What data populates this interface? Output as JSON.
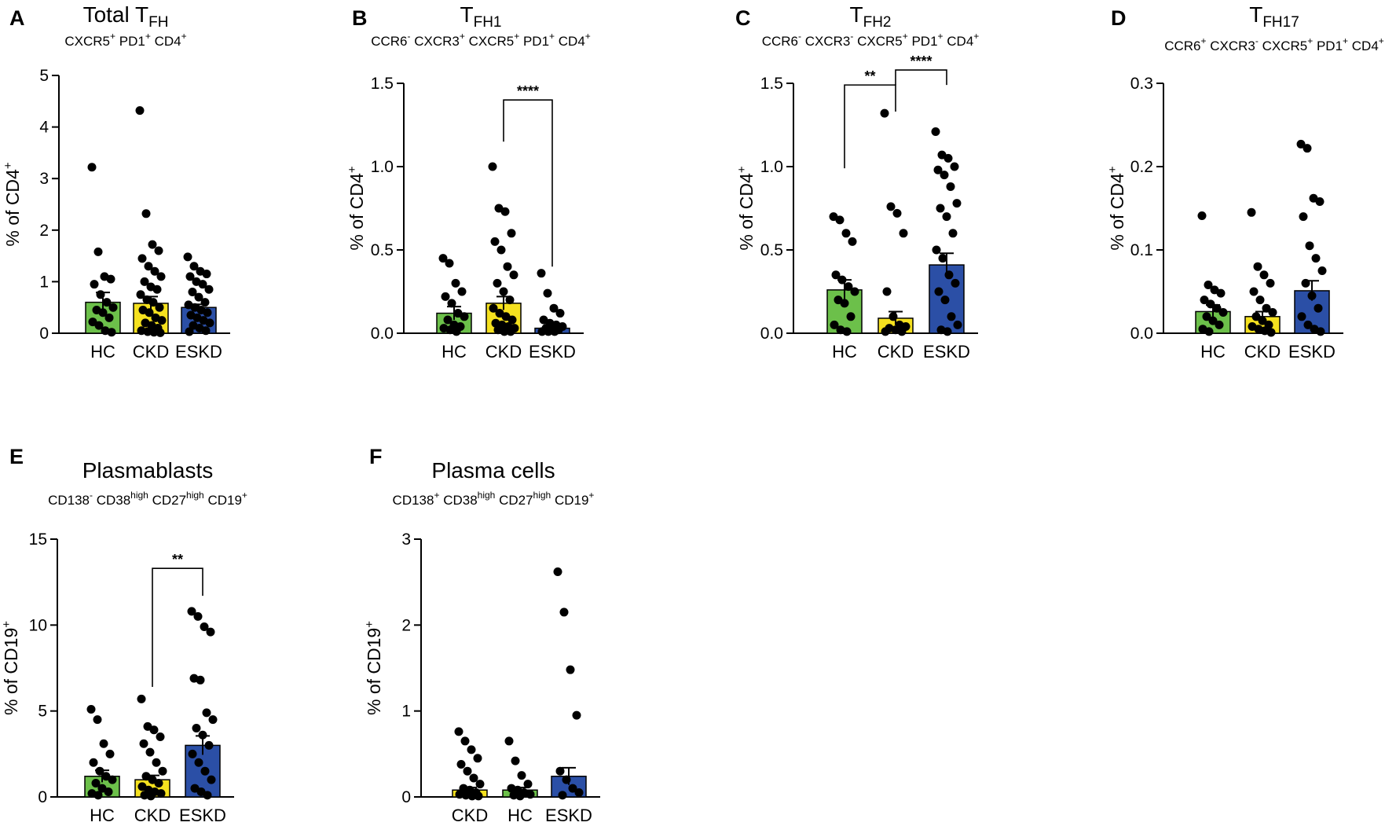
{
  "colors": {
    "HC": "#6cc04a",
    "CKD": "#f5e11f",
    "ESKD": "#2b4fa6",
    "dot": "#000000"
  },
  "chart_data": [
    {
      "type": "bar",
      "panel": "A",
      "title": "Total T",
      "title_sub": "FH",
      "subtitle": [
        [
          "CXCR5",
          "+"
        ],
        [
          "PD1",
          "+"
        ],
        [
          "CD4",
          "+"
        ]
      ],
      "ylabel": "% of CD4",
      "ylabel_sup": "+",
      "ylim": [
        0,
        5
      ],
      "yticks": [
        0,
        1,
        2,
        3,
        4,
        5
      ],
      "yticklabels": [
        "0",
        "1",
        "2",
        "3",
        "4",
        "5"
      ],
      "categories": [
        "HC",
        "CKD",
        "ESKD"
      ],
      "values": [
        0.6,
        0.58,
        0.5
      ],
      "sem": [
        0.19,
        0.13,
        0.06
      ],
      "points": [
        [
          3.22,
          1.58,
          1.1,
          1.05,
          0.95,
          0.75,
          0.6,
          0.5,
          0.45,
          0.4,
          0.3,
          0.22,
          0.15,
          0.05,
          0.02
        ],
        [
          4.32,
          2.32,
          1.72,
          1.6,
          1.45,
          1.3,
          1.2,
          1.1,
          1.0,
          0.9,
          0.85,
          0.75,
          0.65,
          0.6,
          0.5,
          0.45,
          0.4,
          0.3,
          0.25,
          0.2,
          0.15,
          0.1,
          0.05,
          0.03,
          0.02,
          0.01
        ],
        [
          1.48,
          1.3,
          1.2,
          1.15,
          1.1,
          1.0,
          0.95,
          0.85,
          0.8,
          0.7,
          0.6,
          0.55,
          0.5,
          0.45,
          0.4,
          0.35,
          0.3,
          0.25,
          0.2,
          0.15,
          0.1,
          0.05,
          0.03
        ]
      ],
      "significance": []
    },
    {
      "type": "bar",
      "panel": "B",
      "title": "T",
      "title_sub": "FH1",
      "subtitle": [
        [
          "CCR6",
          "-"
        ],
        [
          "CXCR3",
          "+"
        ],
        [
          "CXCR5",
          "+"
        ],
        [
          "PD1",
          "+"
        ],
        [
          "CD4",
          "+"
        ]
      ],
      "ylabel": "% of CD4",
      "ylabel_sup": "+",
      "ylim": [
        0,
        1.5
      ],
      "yticks": [
        0,
        0.5,
        1.0,
        1.5
      ],
      "yticklabels": [
        "0.0",
        "0.5",
        "1.0",
        "1.5"
      ],
      "categories": [
        "HC",
        "CKD",
        "ESKD"
      ],
      "values": [
        0.12,
        0.18,
        0.03
      ],
      "sem": [
        0.04,
        0.04,
        0.01
      ],
      "points": [
        [
          0.45,
          0.42,
          0.3,
          0.25,
          0.22,
          0.18,
          0.12,
          0.1,
          0.08,
          0.05,
          0.04,
          0.03,
          0.02,
          0.01
        ],
        [
          1.0,
          0.75,
          0.73,
          0.6,
          0.55,
          0.5,
          0.4,
          0.35,
          0.3,
          0.25,
          0.2,
          0.15,
          0.12,
          0.1,
          0.08,
          0.06,
          0.05,
          0.04,
          0.03,
          0.02,
          0.01,
          0.01
        ],
        [
          0.36,
          0.24,
          0.15,
          0.12,
          0.08,
          0.06,
          0.05,
          0.04,
          0.03,
          0.02,
          0.02,
          0.01,
          0.01,
          0.01
        ]
      ],
      "significance": [
        {
          "from": 1,
          "to": 2,
          "label": "****",
          "ytop": 1.4,
          "left_end": 1.15,
          "right_end": 0.4
        }
      ]
    },
    {
      "type": "bar",
      "panel": "C",
      "title": "T",
      "title_sub": "FH2",
      "subtitle": [
        [
          "CCR6",
          "-"
        ],
        [
          "CXCR3",
          "-"
        ],
        [
          "CXCR5",
          "+"
        ],
        [
          "PD1",
          "+"
        ],
        [
          "CD4",
          "+"
        ]
      ],
      "ylabel": "% of CD4",
      "ylabel_sup": "+",
      "ylim": [
        0,
        1.5
      ],
      "yticks": [
        0,
        0.5,
        1.0,
        1.5
      ],
      "yticklabels": [
        "0.0",
        "0.5",
        "1.0",
        "1.5"
      ],
      "categories": [
        "HC",
        "CKD",
        "ESKD"
      ],
      "values": [
        0.26,
        0.09,
        0.41
      ],
      "sem": [
        0.06,
        0.04,
        0.07
      ],
      "points": [
        [
          0.7,
          0.68,
          0.6,
          0.55,
          0.35,
          0.32,
          0.28,
          0.25,
          0.2,
          0.18,
          0.1,
          0.05,
          0.02,
          0.01
        ],
        [
          1.32,
          0.76,
          0.72,
          0.6,
          0.25,
          0.1,
          0.05,
          0.04,
          0.03,
          0.02,
          0.01,
          0.01
        ],
        [
          1.21,
          1.07,
          1.05,
          1.0,
          0.98,
          0.95,
          0.88,
          0.78,
          0.75,
          0.7,
          0.6,
          0.5,
          0.45,
          0.35,
          0.3,
          0.25,
          0.2,
          0.1,
          0.05,
          0.02,
          0.01
        ]
      ],
      "significance": [
        {
          "from": 0,
          "to": 1,
          "label": "**",
          "ytop": 1.49,
          "left_end": 0.99,
          "right_end": 1.33
        },
        {
          "from": 1,
          "to": 2,
          "label": "****",
          "ytop": 1.58,
          "left_end": 1.49,
          "right_end": 1.49
        }
      ]
    },
    {
      "type": "bar",
      "panel": "D",
      "title": "T",
      "title_sub": "FH17",
      "subtitle": [
        [
          "CCR6",
          "+"
        ],
        [
          "CXCR3",
          "-"
        ],
        [
          "CXCR5",
          "+"
        ],
        [
          "PD1",
          "+"
        ],
        [
          "CD4",
          "+"
        ]
      ],
      "ylabel": "% of CD4",
      "ylabel_sup": "+",
      "ylim": [
        0,
        0.3
      ],
      "yticks": [
        0,
        0.1,
        0.2,
        0.3
      ],
      "yticklabels": [
        "0.0",
        "0.1",
        "0.2",
        "0.3"
      ],
      "categories": [
        "HC",
        "CKD",
        "ESKD"
      ],
      "values": [
        0.026,
        0.02,
        0.051
      ],
      "sem": [
        0.008,
        0.006,
        0.012
      ],
      "points": [
        [
          0.141,
          0.058,
          0.052,
          0.048,
          0.04,
          0.035,
          0.03,
          0.025,
          0.02,
          0.015,
          0.01,
          0.005,
          0.002
        ],
        [
          0.145,
          0.08,
          0.07,
          0.06,
          0.05,
          0.04,
          0.03,
          0.025,
          0.02,
          0.015,
          0.01,
          0.008,
          0.005,
          0.003,
          0.001
        ],
        [
          0.227,
          0.222,
          0.162,
          0.158,
          0.14,
          0.105,
          0.09,
          0.075,
          0.06,
          0.045,
          0.03,
          0.02,
          0.01,
          0.005,
          0.002
        ]
      ],
      "significance": []
    },
    {
      "type": "bar",
      "panel": "E",
      "title": "Plasmablasts",
      "title_sub": "",
      "subtitle": [
        [
          "CD138",
          "-"
        ],
        [
          "CD38",
          "high"
        ],
        [
          "CD27",
          "high"
        ],
        [
          "CD19",
          "+"
        ]
      ],
      "ylabel": "% of CD19",
      "ylabel_sup": "+",
      "ylim": [
        0,
        15
      ],
      "yticks": [
        0,
        5,
        10,
        15
      ],
      "yticklabels": [
        "0",
        "5",
        "10",
        "15"
      ],
      "categories": [
        "HC",
        "CKD",
        "ESKD"
      ],
      "values": [
        1.2,
        1.0,
        3.0
      ],
      "sem": [
        0.35,
        0.25,
        0.55
      ],
      "points": [
        [
          5.1,
          4.5,
          3.1,
          2.5,
          2.0,
          1.5,
          1.2,
          1.0,
          0.8,
          0.5,
          0.3,
          0.2,
          0.1
        ],
        [
          5.7,
          4.1,
          3.9,
          3.5,
          3.1,
          2.6,
          2.0,
          1.5,
          1.2,
          1.0,
          0.8,
          0.6,
          0.4,
          0.3,
          0.2,
          0.1,
          0.05
        ],
        [
          10.8,
          10.5,
          9.9,
          9.6,
          6.9,
          6.8,
          4.9,
          4.5,
          4.0,
          3.6,
          3.0,
          2.5,
          2.0,
          1.5,
          1.0,
          0.5,
          0.3,
          0.1
        ]
      ],
      "significance": [
        {
          "from": 1,
          "to": 2,
          "label": "**",
          "ytop": 13.3,
          "left_end": 6.4,
          "right_end": 11.7
        }
      ]
    },
    {
      "type": "bar",
      "panel": "F",
      "title": "Plasma cells",
      "title_sub": "",
      "subtitle": [
        [
          "CD138",
          "+"
        ],
        [
          "CD38",
          "high"
        ],
        [
          "CD27",
          "high"
        ],
        [
          "CD19",
          "+"
        ]
      ],
      "ylabel": "% of CD19",
      "ylabel_sup": "+",
      "ylim": [
        0,
        3
      ],
      "yticks": [
        0,
        1,
        2,
        3
      ],
      "yticklabels": [
        "0",
        "1",
        "2",
        "3"
      ],
      "categories": [
        "CKD",
        "HC",
        "ESKD"
      ],
      "values": [
        0.08,
        0.08,
        0.24
      ],
      "sem": [
        0.03,
        0.03,
        0.1
      ],
      "points": [
        [
          0.76,
          0.65,
          0.55,
          0.45,
          0.38,
          0.3,
          0.22,
          0.15,
          0.1,
          0.08,
          0.05,
          0.03,
          0.02,
          0.01,
          0.01
        ],
        [
          0.65,
          0.42,
          0.25,
          0.15,
          0.1,
          0.08,
          0.05,
          0.03,
          0.02,
          0.01
        ],
        [
          2.62,
          2.15,
          1.48,
          0.95,
          0.3,
          0.2,
          0.1,
          0.05,
          0.02
        ]
      ],
      "significance": []
    }
  ]
}
